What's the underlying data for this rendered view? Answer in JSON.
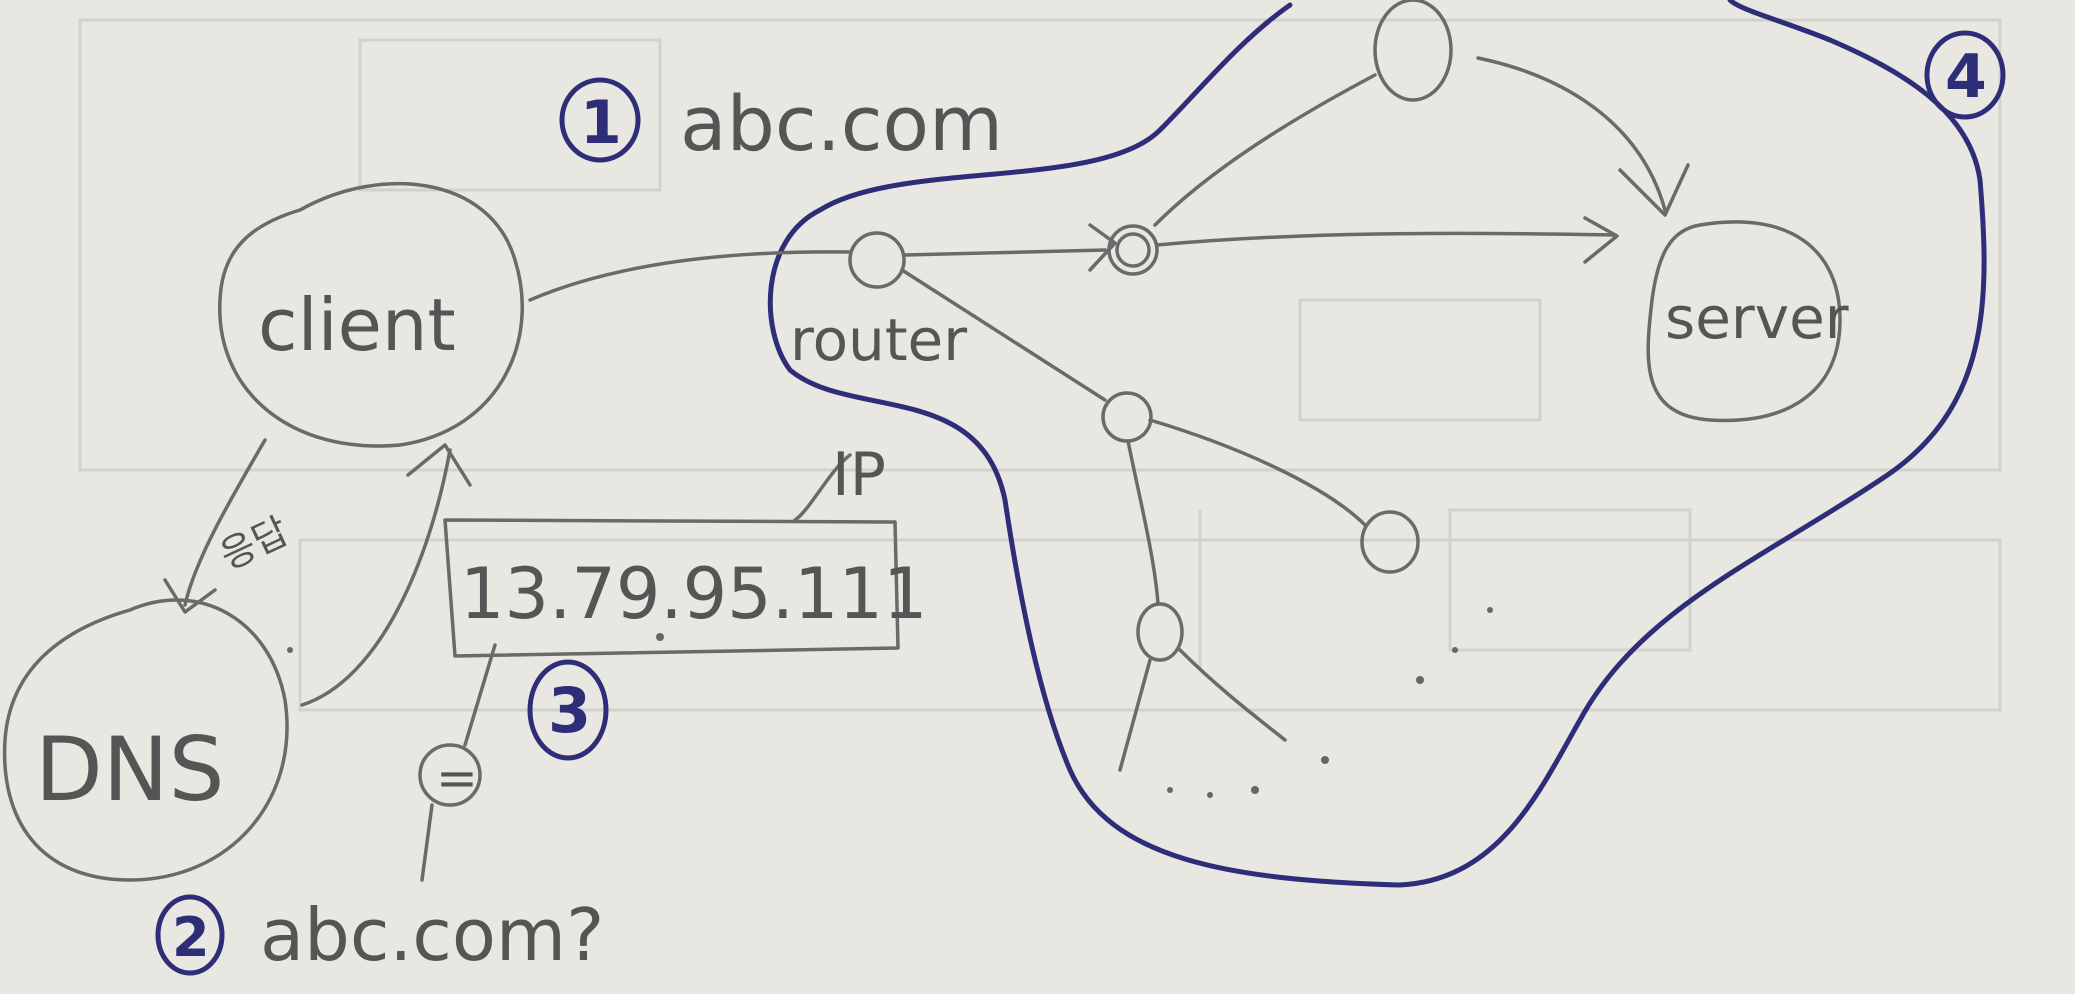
{
  "labels": {
    "client": "client",
    "dns": "DNS",
    "server": "server",
    "router": "router",
    "ip_tag": "IP",
    "ip_address": "13.79.95.111",
    "domain_top": "abc.com",
    "domain_bottom": "abc.com?",
    "equals_sign": "=",
    "korean_note": "응답"
  },
  "steps": [
    "1",
    "2",
    "3",
    "4"
  ],
  "colors": {
    "paper": "#e9e7e2",
    "pencil": "#6a6a6a",
    "pen": "#2e2d78"
  }
}
